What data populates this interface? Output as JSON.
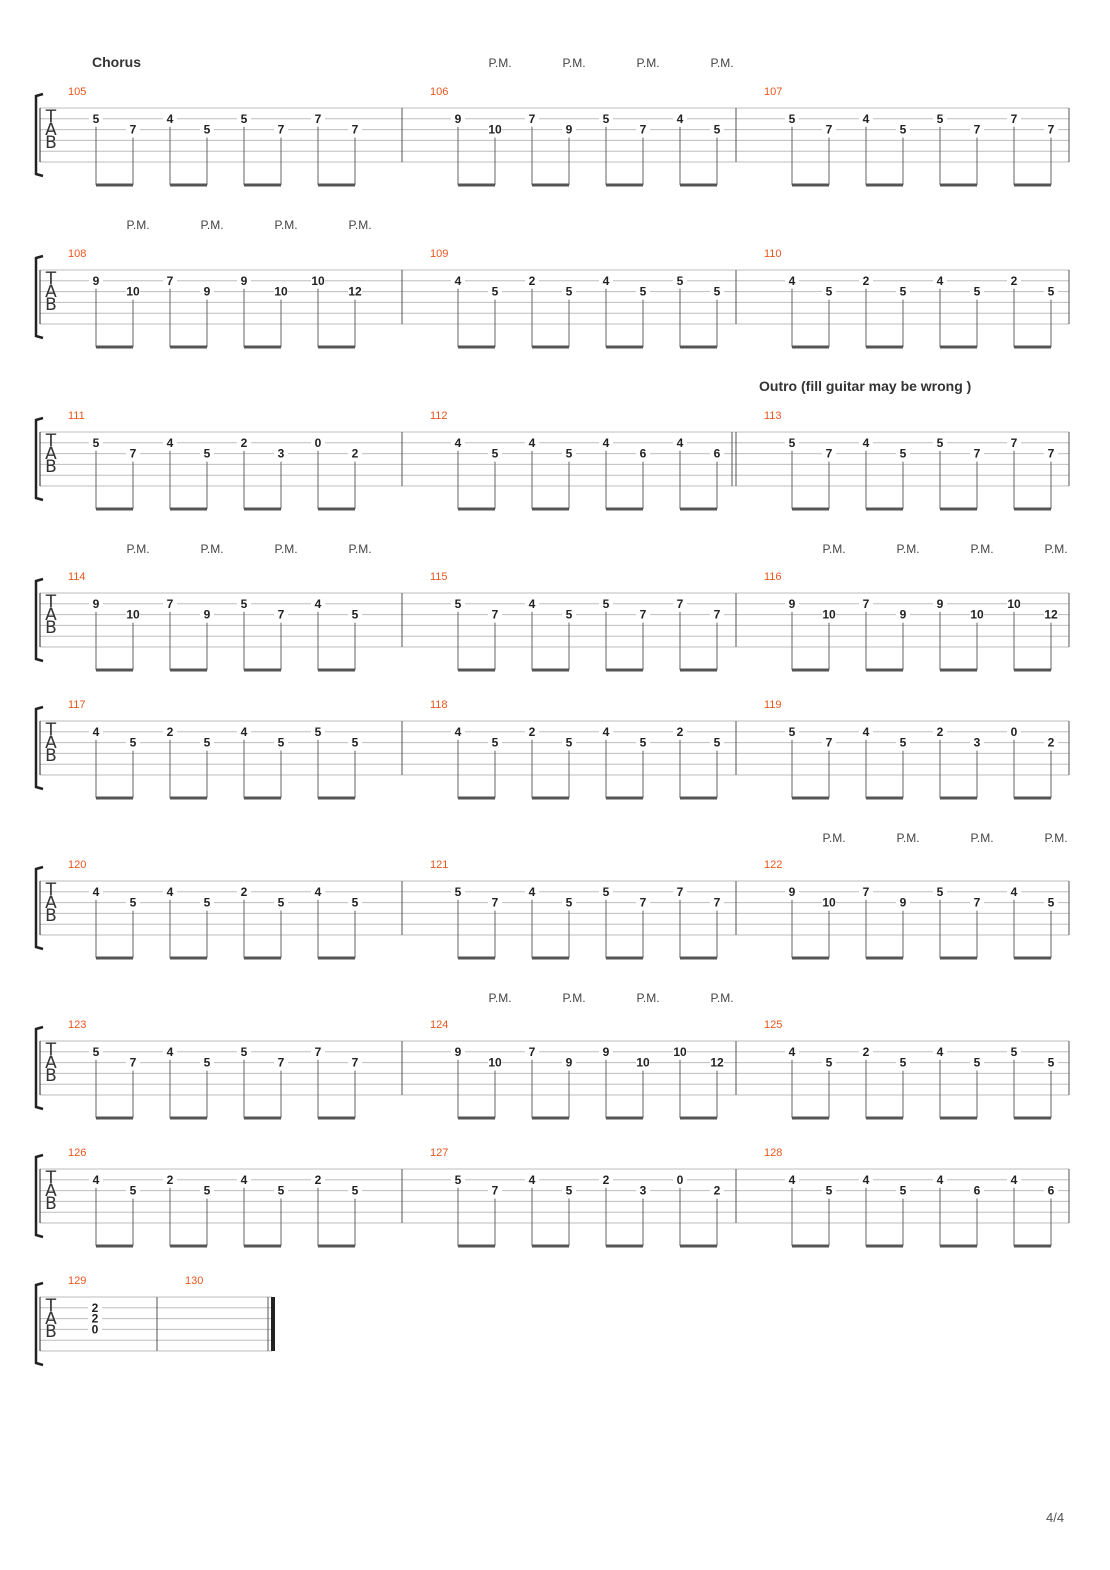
{
  "page_number": "4/4",
  "tab_clef": [
    "T",
    "A",
    "B"
  ],
  "systems": [
    {
      "section_label": "Chorus",
      "pm_marks": [
        {
          "measure": 1,
          "beats": [
            0,
            1,
            2,
            3
          ]
        }
      ],
      "measures": [
        {
          "number": "105",
          "notes": [
            [
              "5",
              "7"
            ],
            [
              "4",
              "5"
            ],
            [
              "5",
              "7"
            ],
            [
              "7",
              "7"
            ]
          ]
        },
        {
          "number": "106",
          "notes": [
            [
              "9",
              "10"
            ],
            [
              "7",
              "9"
            ],
            [
              "5",
              "7"
            ],
            [
              "4",
              "5"
            ]
          ]
        },
        {
          "number": "107",
          "notes": [
            [
              "5",
              "7"
            ],
            [
              "4",
              "5"
            ],
            [
              "5",
              "7"
            ],
            [
              "7",
              "7"
            ]
          ]
        }
      ]
    },
    {
      "pm_marks": [
        {
          "measure": 0,
          "beats": [
            0,
            1,
            2,
            3
          ]
        }
      ],
      "measures": [
        {
          "number": "108",
          "notes": [
            [
              "9",
              "10"
            ],
            [
              "7",
              "9"
            ],
            [
              "9",
              "10"
            ],
            [
              "10",
              "12"
            ]
          ]
        },
        {
          "number": "109",
          "notes": [
            [
              "4",
              "5"
            ],
            [
              "2",
              "5"
            ],
            [
              "4",
              "5"
            ],
            [
              "5",
              "5"
            ]
          ]
        },
        {
          "number": "110",
          "notes": [
            [
              "4",
              "5"
            ],
            [
              "2",
              "5"
            ],
            [
              "4",
              "5"
            ],
            [
              "2",
              "5"
            ]
          ]
        }
      ]
    },
    {
      "section_label": "Outro (fill guitar may be wrong )",
      "section_measure": 2,
      "double_bar_before": 2,
      "measures": [
        {
          "number": "111",
          "notes": [
            [
              "5",
              "7"
            ],
            [
              "4",
              "5"
            ],
            [
              "2",
              "3"
            ],
            [
              "0",
              "2"
            ]
          ]
        },
        {
          "number": "112",
          "notes": [
            [
              "4",
              "5"
            ],
            [
              "4",
              "5"
            ],
            [
              "4",
              "6"
            ],
            [
              "4",
              "6"
            ]
          ]
        },
        {
          "number": "113",
          "notes": [
            [
              "5",
              "7"
            ],
            [
              "4",
              "5"
            ],
            [
              "5",
              "7"
            ],
            [
              "7",
              "7"
            ]
          ]
        }
      ]
    },
    {
      "pm_marks": [
        {
          "measure": 0,
          "beats": [
            0,
            1,
            2,
            3
          ]
        },
        {
          "measure": 2,
          "beats": [
            0,
            1,
            2,
            3
          ]
        }
      ],
      "measures": [
        {
          "number": "114",
          "notes": [
            [
              "9",
              "10"
            ],
            [
              "7",
              "9"
            ],
            [
              "5",
              "7"
            ],
            [
              "4",
              "5"
            ]
          ]
        },
        {
          "number": "115",
          "notes": [
            [
              "5",
              "7"
            ],
            [
              "4",
              "5"
            ],
            [
              "5",
              "7"
            ],
            [
              "7",
              "7"
            ]
          ]
        },
        {
          "number": "116",
          "notes": [
            [
              "9",
              "10"
            ],
            [
              "7",
              "9"
            ],
            [
              "9",
              "10"
            ],
            [
              "10",
              "12"
            ]
          ]
        }
      ]
    },
    {
      "measures": [
        {
          "number": "117",
          "notes": [
            [
              "4",
              "5"
            ],
            [
              "2",
              "5"
            ],
            [
              "4",
              "5"
            ],
            [
              "5",
              "5"
            ]
          ]
        },
        {
          "number": "118",
          "notes": [
            [
              "4",
              "5"
            ],
            [
              "2",
              "5"
            ],
            [
              "4",
              "5"
            ],
            [
              "2",
              "5"
            ]
          ]
        },
        {
          "number": "119",
          "notes": [
            [
              "5",
              "7"
            ],
            [
              "4",
              "5"
            ],
            [
              "2",
              "3"
            ],
            [
              "0",
              "2"
            ]
          ]
        }
      ]
    },
    {
      "pm_marks": [
        {
          "measure": 2,
          "beats": [
            0,
            1,
            2,
            3
          ]
        }
      ],
      "measures": [
        {
          "number": "120",
          "notes": [
            [
              "4",
              "5"
            ],
            [
              "4",
              "5"
            ],
            [
              "2",
              "5"
            ],
            [
              "4",
              "5"
            ]
          ]
        },
        {
          "number": "121",
          "notes": [
            [
              "5",
              "7"
            ],
            [
              "4",
              "5"
            ],
            [
              "5",
              "7"
            ],
            [
              "7",
              "7"
            ]
          ]
        },
        {
          "number": "122",
          "notes": [
            [
              "9",
              "10"
            ],
            [
              "7",
              "9"
            ],
            [
              "5",
              "7"
            ],
            [
              "4",
              "5"
            ]
          ]
        }
      ]
    },
    {
      "pm_marks": [
        {
          "measure": 1,
          "beats": [
            0,
            1,
            2,
            3
          ]
        }
      ],
      "measures": [
        {
          "number": "123",
          "notes": [
            [
              "5",
              "7"
            ],
            [
              "4",
              "5"
            ],
            [
              "5",
              "7"
            ],
            [
              "7",
              "7"
            ]
          ]
        },
        {
          "number": "124",
          "notes": [
            [
              "9",
              "10"
            ],
            [
              "7",
              "9"
            ],
            [
              "9",
              "10"
            ],
            [
              "10",
              "12"
            ]
          ]
        },
        {
          "number": "125",
          "notes": [
            [
              "4",
              "5"
            ],
            [
              "2",
              "5"
            ],
            [
              "4",
              "5"
            ],
            [
              "5",
              "5"
            ]
          ]
        }
      ]
    },
    {
      "measures": [
        {
          "number": "126",
          "notes": [
            [
              "4",
              "5"
            ],
            [
              "2",
              "5"
            ],
            [
              "4",
              "5"
            ],
            [
              "2",
              "5"
            ]
          ]
        },
        {
          "number": "127",
          "notes": [
            [
              "5",
              "7"
            ],
            [
              "4",
              "5"
            ],
            [
              "2",
              "3"
            ],
            [
              "0",
              "2"
            ]
          ]
        },
        {
          "number": "128",
          "notes": [
            [
              "4",
              "5"
            ],
            [
              "4",
              "5"
            ],
            [
              "4",
              "6"
            ],
            [
              "4",
              "6"
            ]
          ]
        }
      ]
    }
  ],
  "pm_label": "P.M.",
  "final_system": {
    "measures": [
      {
        "number": "129",
        "chord": [
          "2",
          "2",
          "0"
        ]
      },
      {
        "number": "130"
      }
    ]
  },
  "colors": {
    "measure_number": "#e8561e",
    "staff_line": "#bdbdbd",
    "note": "#222222",
    "beam": "#555555"
  }
}
